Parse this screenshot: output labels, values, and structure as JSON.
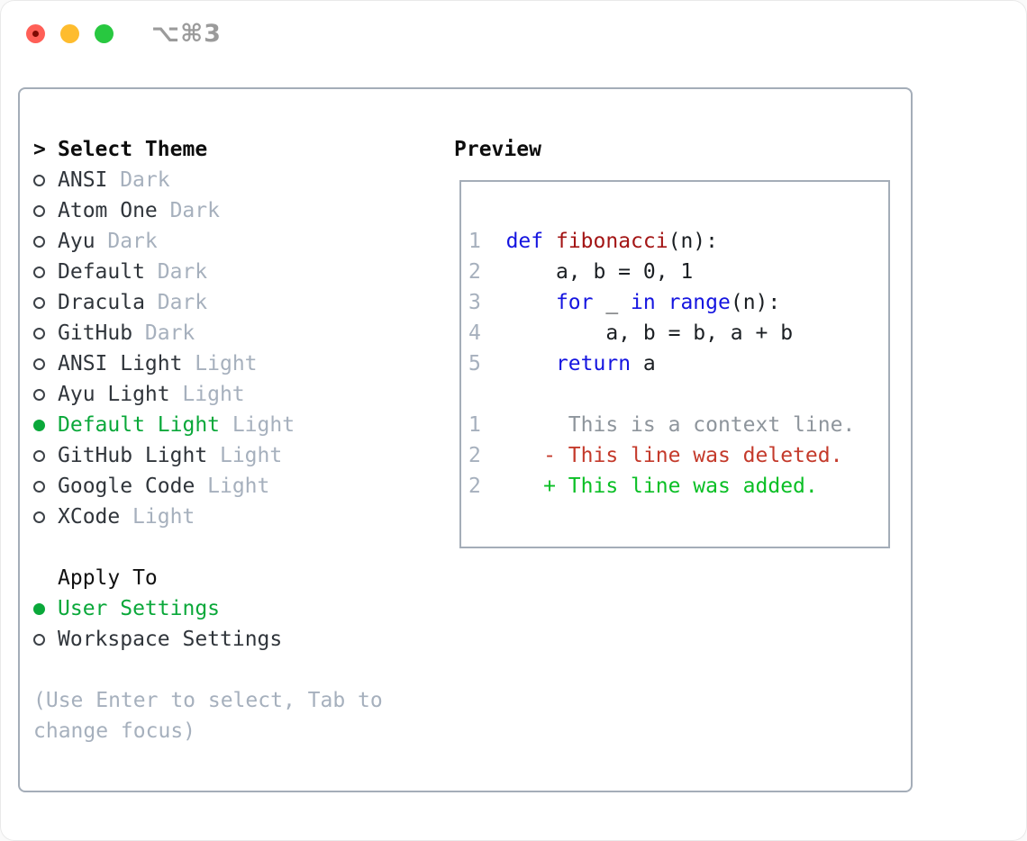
{
  "window": {
    "title": "⌥⌘3"
  },
  "titlebar": {
    "buttons": [
      {
        "name": "close",
        "color": "#ff5f57"
      },
      {
        "name": "minimize",
        "color": "#febc2e"
      },
      {
        "name": "zoom",
        "color": "#28c840"
      }
    ]
  },
  "theme_selector": {
    "prompt_marker": ">",
    "title": "Select Theme",
    "items": [
      {
        "name": "ANSI",
        "variant": "Dark",
        "selected": false
      },
      {
        "name": "Atom One",
        "variant": "Dark",
        "selected": false
      },
      {
        "name": "Ayu",
        "variant": "Dark",
        "selected": false
      },
      {
        "name": "Default",
        "variant": "Dark",
        "selected": false
      },
      {
        "name": "Dracula",
        "variant": "Dark",
        "selected": false
      },
      {
        "name": "GitHub",
        "variant": "Dark",
        "selected": false
      },
      {
        "name": "ANSI Light",
        "variant": "Light",
        "selected": false
      },
      {
        "name": "Ayu Light",
        "variant": "Light",
        "selected": false
      },
      {
        "name": "Default Light",
        "variant": "Light",
        "selected": true
      },
      {
        "name": "GitHub Light",
        "variant": "Light",
        "selected": false
      },
      {
        "name": "Google Code",
        "variant": "Light",
        "selected": false
      },
      {
        "name": "XCode",
        "variant": "Light",
        "selected": false
      }
    ]
  },
  "apply_to": {
    "title": "Apply To",
    "options": [
      {
        "label": "User Settings",
        "selected": true
      },
      {
        "label": "Workspace Settings",
        "selected": false
      }
    ]
  },
  "help_text": [
    "(Use Enter to select, Tab to",
    "change focus)"
  ],
  "preview": {
    "title": "Preview",
    "code_lines": [
      {
        "segments": [
          {
            "t": "1",
            "c": "linenum"
          },
          {
            "t": "  ",
            "c": "plain"
          },
          {
            "t": "def",
            "c": "keyword"
          },
          {
            "t": " ",
            "c": "plain"
          },
          {
            "t": "fibonacci",
            "c": "function"
          },
          {
            "t": "(n):",
            "c": "plain"
          }
        ]
      },
      {
        "segments": [
          {
            "t": "2",
            "c": "linenum"
          },
          {
            "t": "      a, b = 0, 1",
            "c": "plain"
          }
        ]
      },
      {
        "segments": [
          {
            "t": "3",
            "c": "linenum"
          },
          {
            "t": "      ",
            "c": "plain"
          },
          {
            "t": "for",
            "c": "keyword"
          },
          {
            "t": " _ ",
            "c": "plain"
          },
          {
            "t": "in",
            "c": "keyword"
          },
          {
            "t": " ",
            "c": "plain"
          },
          {
            "t": "range",
            "c": "keyword"
          },
          {
            "t": "(n):",
            "c": "plain"
          }
        ]
      },
      {
        "segments": [
          {
            "t": "4",
            "c": "linenum"
          },
          {
            "t": "          a, b = b, a + b",
            "c": "plain"
          }
        ]
      },
      {
        "segments": [
          {
            "t": "5",
            "c": "linenum"
          },
          {
            "t": "      ",
            "c": "plain"
          },
          {
            "t": "return",
            "c": "keyword"
          },
          {
            "t": " a",
            "c": "plain"
          }
        ]
      },
      {
        "segments": []
      },
      {
        "segments": [
          {
            "t": "1",
            "c": "linenum"
          },
          {
            "t": "       This is a context line.",
            "c": "context"
          }
        ]
      },
      {
        "segments": [
          {
            "t": "2",
            "c": "linenum"
          },
          {
            "t": "     - This line was deleted.",
            "c": "deleted"
          }
        ]
      },
      {
        "segments": [
          {
            "t": "2",
            "c": "linenum"
          },
          {
            "t": "     + This line was added.",
            "c": "added"
          }
        ]
      }
    ]
  },
  "colors": {
    "selected_green": "#0aa83a",
    "added_green": "#0abf25",
    "deleted_red": "#c43a2b",
    "keyword_blue": "#1515e0",
    "function_red": "#a31515",
    "muted_gray": "#a6b0bd",
    "context_gray": "#8e959c",
    "border_gray": "#a4adb8",
    "traffic_red": "#ff5f57",
    "traffic_yellow": "#febc2e",
    "traffic_green": "#28c840"
  }
}
